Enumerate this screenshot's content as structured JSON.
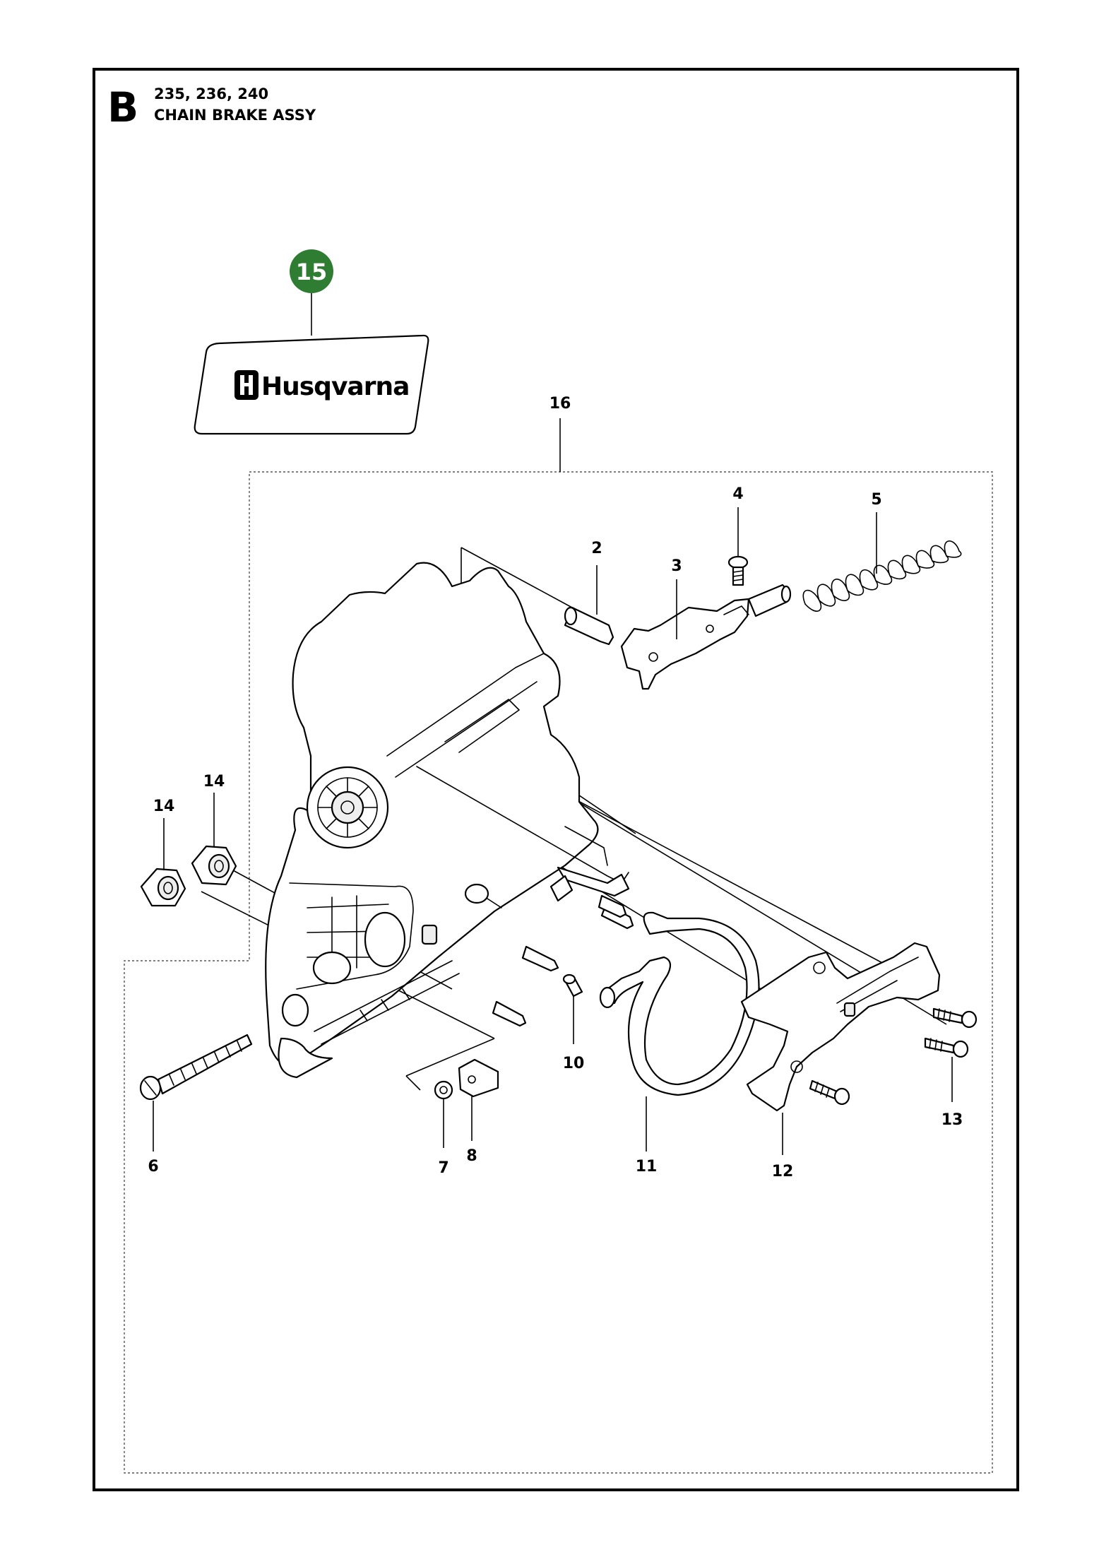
{
  "header": {
    "section_letter": "B",
    "models": "235, 236, 240",
    "title": "CHAIN BRAKE ASSY"
  },
  "decal": {
    "callout": "15",
    "brand_text": "Husqvarna",
    "badge_color": "#2e7d32",
    "logo_icon": "husqvarna-crown-icon"
  },
  "callouts": [
    {
      "id": "c2",
      "label": "2"
    },
    {
      "id": "c3",
      "label": "3"
    },
    {
      "id": "c4",
      "label": "4"
    },
    {
      "id": "c5",
      "label": "5"
    },
    {
      "id": "c6",
      "label": "6"
    },
    {
      "id": "c7",
      "label": "7"
    },
    {
      "id": "c8",
      "label": "8"
    },
    {
      "id": "c10",
      "label": "10"
    },
    {
      "id": "c11",
      "label": "11"
    },
    {
      "id": "c12",
      "label": "12"
    },
    {
      "id": "c13",
      "label": "13"
    },
    {
      "id": "c14a",
      "label": "14"
    },
    {
      "id": "c14b",
      "label": "14"
    },
    {
      "id": "c16",
      "label": "16"
    }
  ]
}
